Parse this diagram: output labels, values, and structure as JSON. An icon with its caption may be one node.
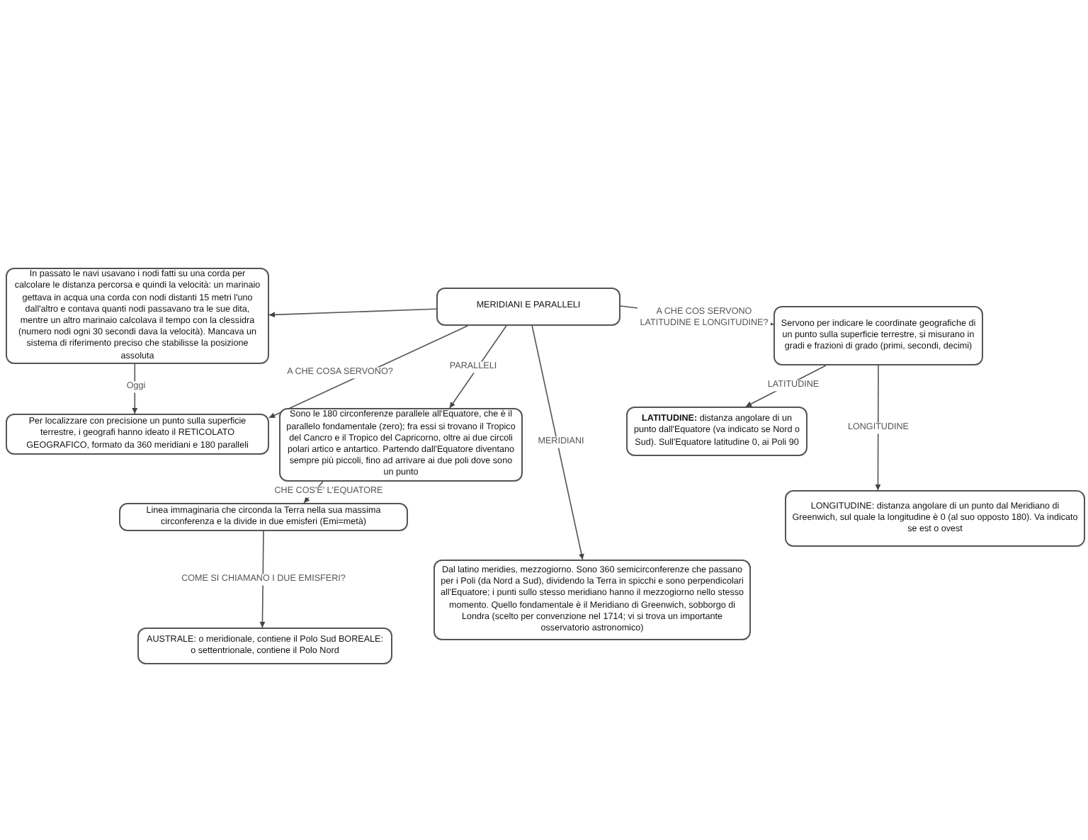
{
  "diagram": {
    "nodes": [
      {
        "text": [
          "MERIDIANI E PARALLELI"
        ]
      },
      {
        "text": [
          "In passato le navi usavano i nodi fatti su una corda per calcolare le distanza percorsa e quindi la velocità: un marinaio gettava in acqua una corda con nodi distanti 15 metri l'uno dall'altro e contava quanti nodi passavano tra le sue dita, mentre un altro marinaio calcolava il tempo con la clessidra (numero nodi ogni 30 secondi dava la velocità). Mancava un sistema di riferimento preciso che stabilisse la posizione assoluta"
        ]
      },
      {
        "text": [
          "Per localizzare con precisione un punto sulla superficie terrestre, i geografi hanno ideato il RETICOLATO GEOGRAFICO, formato da 360 meridiani e 180 paralleli"
        ]
      },
      {
        "text": [
          "Sono le 180 circonferenze parallele all'Equatore, che è il parallelo fondamentale (zero); fra essi si trovano il Tropico del Cancro e il Tropico del Capricorno, oltre ai due circoli polari artico e antartico. Partendo dall'Equatore diventano sempre più piccoli, fino ad arrivare ai due poli dove sono un punto"
        ]
      },
      {
        "text": [
          "Linea immaginaria che circonda la Terra nella sua massima circonferenza e la divide in due emisferi (Emi=metà)"
        ]
      },
      {
        "text": [
          "AUSTRALE: o meridionale, contiene il Polo Sud BOREALE: o settentrionale, contiene il Polo Nord"
        ]
      },
      {
        "text": [
          "Dal latino meridies, mezzogiorno. Sono 360 semicirconferenze che passano per i Poli (da Nord a Sud), dividendo la Terra in spicchi e sono perpendicolari all'Equatore; i punti sullo stesso meridiano hanno il mezzogiorno nello stesso momento. Quello fondamentale è il Meridiano di Greenwich, sobborgo di Londra (scelto per convenzione nel 1714; vi si trova un importante osservatorio astronomico)"
        ]
      },
      {
        "text": [
          "Servono per indicare le coordinate geografiche di un punto sulla superficie terrestre, si misurano in gradi e frazioni di grado (primi, secondi, decimi)"
        ]
      },
      {
        "text": [
          "**LATITUDINE:** distanza angolare di un punto dall'Equatore (va indicato se Nord o Sud). Sull'Equatore latitudine 0, ai Poli 90"
        ]
      },
      {
        "text": [
          "LONGITUDINE: distanza angolare di un punto dal Meridiano di Greenwich, sul quale la longitudine è 0 (al suo opposto 180). Va indicato se est o ovest"
        ]
      }
    ],
    "edges": [
      {
        "from": 0,
        "to": 1,
        "arrow": "to"
      },
      {
        "from": 1,
        "to": 2,
        "arrow": "to",
        "label": "Oggi"
      },
      {
        "from": 0,
        "to": 2,
        "arrow": "to",
        "label": "A CHE COSA SERVONO?"
      },
      {
        "from": 0,
        "to": 3,
        "arrow": "to",
        "label": "PARALLELI"
      },
      {
        "from": 0,
        "to": 6,
        "arrow": "to",
        "label": "MERIDIANI"
      },
      {
        "from": 0,
        "to": 7,
        "arrow": "to",
        "label": "A CHE COS SERVONO LATITUDINE E LONGITUDINE?"
      },
      {
        "from": 7,
        "to": 8,
        "arrow": "to",
        "label": "LATITUDINE"
      },
      {
        "from": 7,
        "to": 9,
        "arrow": "to",
        "label": "LONGITUDINE"
      },
      {
        "from": 3,
        "to": 4,
        "arrow": "to",
        "label": "CHE COS'E' L'EQUATORE"
      },
      {
        "from": 4,
        "to": 5,
        "arrow": "to",
        "label": "COME SI CHIAMANO I DUE EMISFERI?"
      }
    ]
  }
}
